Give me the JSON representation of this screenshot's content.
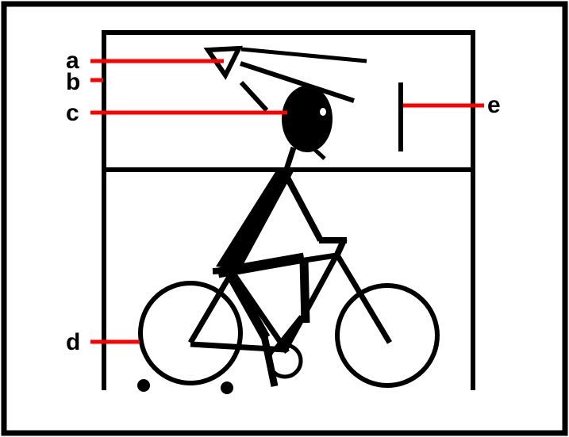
{
  "labels": {
    "a": "a",
    "b": "b",
    "c": "c",
    "d": "d",
    "e": "e"
  },
  "colors": {
    "leader_line": "#ff0000",
    "ink": "#000000",
    "background": "#ffffff"
  }
}
